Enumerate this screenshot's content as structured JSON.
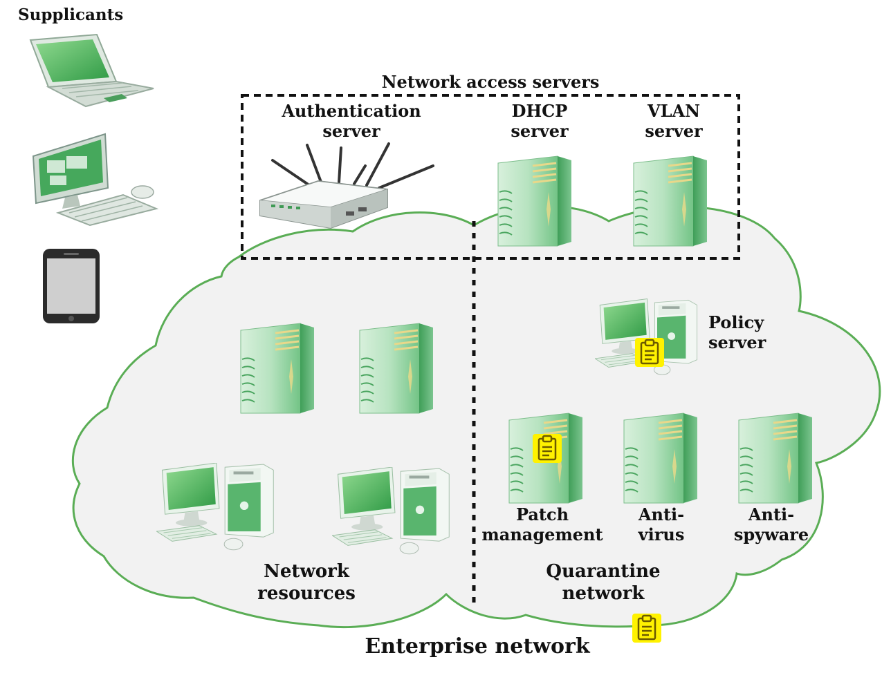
{
  "supplicants": {
    "title": "Supplicants",
    "devices": [
      {
        "icon": "laptop-icon"
      },
      {
        "icon": "desktop-computer-icon"
      },
      {
        "icon": "smartphone-icon"
      }
    ]
  },
  "nas": {
    "title": "Network access servers",
    "auth": {
      "line1": "Authentication",
      "line2": "server",
      "icon": "router-icon"
    },
    "dhcp": {
      "line1": "DHCP",
      "line2": "server",
      "icon": "server-tower-icon"
    },
    "vlan": {
      "line1": "VLAN",
      "line2": "server",
      "icon": "server-tower-icon"
    }
  },
  "enterprise": {
    "title": "Enterprise network",
    "network_resources": {
      "line1": "Network",
      "line2": "resources"
    },
    "quarantine": {
      "line1": "Quarantine",
      "line2": "network"
    },
    "policy": {
      "line1": "Policy",
      "line2": "server"
    },
    "patch": {
      "line1": "Patch",
      "line2": "management"
    },
    "antivirus": {
      "line1": "Anti-",
      "line2": "virus"
    },
    "antispyware": {
      "line1": "Anti-",
      "line2": "spyware"
    }
  },
  "annotation": {
    "icon": "clipboard-note-icon"
  },
  "colors": {
    "cloud_fill": "#f2f2f2",
    "cloud_stroke": "#5aad55",
    "server_green": "#8fd19e",
    "note_yellow": "#fff200"
  }
}
